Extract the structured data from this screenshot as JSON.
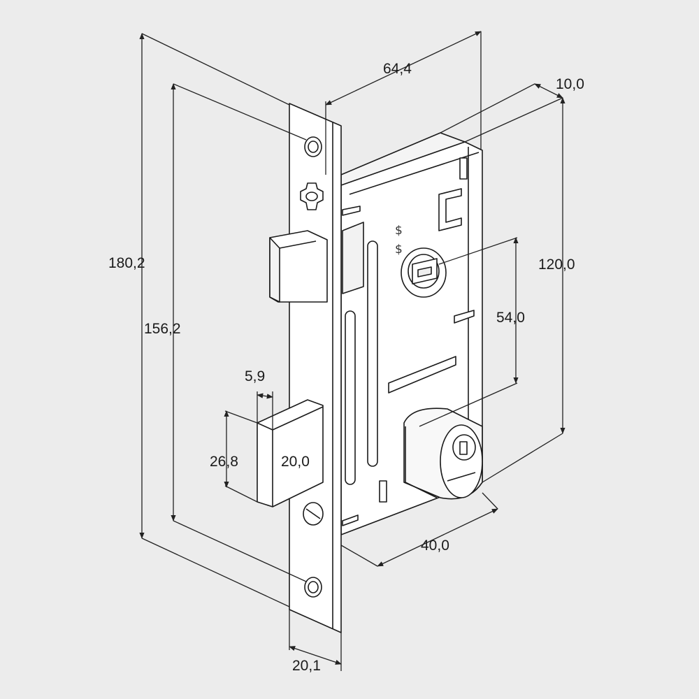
{
  "diagram": {
    "subject": "mortise lock body",
    "colors": {
      "background": "#ececec",
      "stroke": "#1a1a1a",
      "fill": "#ffffff",
      "dimension_line": "#222222"
    },
    "dimensions": {
      "total_height": "180,2",
      "screw_spacing": "156,2",
      "depth": "64,4",
      "case_thickness": "10,0",
      "height_case": "120,0",
      "handle_to_cylinder": "54,0",
      "backset": "40,0",
      "faceplate_width": "20,1",
      "bolt_throw": "5,9",
      "bolt_height": "26,8",
      "bolt_width": "20,0"
    }
  }
}
